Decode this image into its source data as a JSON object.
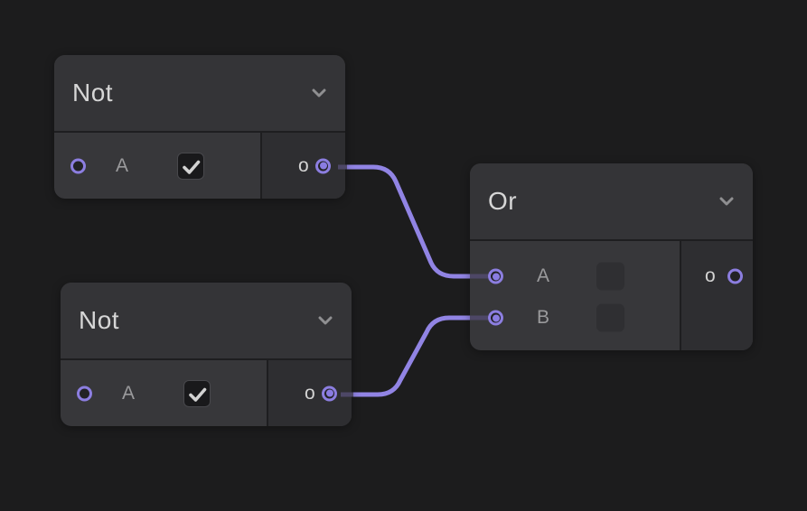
{
  "canvas": {
    "background": "#1c1c1d",
    "wire_color": "#9184e4",
    "wire_dim_color": "#4d4766",
    "accent": "#8c7ee0"
  },
  "nodes": [
    {
      "id": "not-1",
      "title": "Not",
      "collapse_icon": "chevron-down-icon",
      "inputs": [
        {
          "label": "A",
          "connected": false,
          "control": {
            "type": "checkbox",
            "checked": true,
            "icon": "check-icon"
          }
        }
      ],
      "outputs": [
        {
          "label": "o",
          "connected": true
        }
      ]
    },
    {
      "id": "not-2",
      "title": "Not",
      "collapse_icon": "chevron-down-icon",
      "inputs": [
        {
          "label": "A",
          "connected": false,
          "control": {
            "type": "checkbox",
            "checked": true,
            "icon": "check-icon"
          }
        }
      ],
      "outputs": [
        {
          "label": "o",
          "connected": true
        }
      ]
    },
    {
      "id": "or",
      "title": "Or",
      "collapse_icon": "chevron-down-icon",
      "inputs": [
        {
          "label": "A",
          "connected": true,
          "control": {
            "type": "checkbox",
            "checked": false
          }
        },
        {
          "label": "B",
          "connected": true,
          "control": {
            "type": "checkbox",
            "checked": false
          }
        }
      ],
      "outputs": [
        {
          "label": "o",
          "connected": false
        }
      ]
    }
  ],
  "connections": [
    {
      "from": "not-1.o",
      "to": "or.A"
    },
    {
      "from": "not-2.o",
      "to": "or.B"
    }
  ]
}
